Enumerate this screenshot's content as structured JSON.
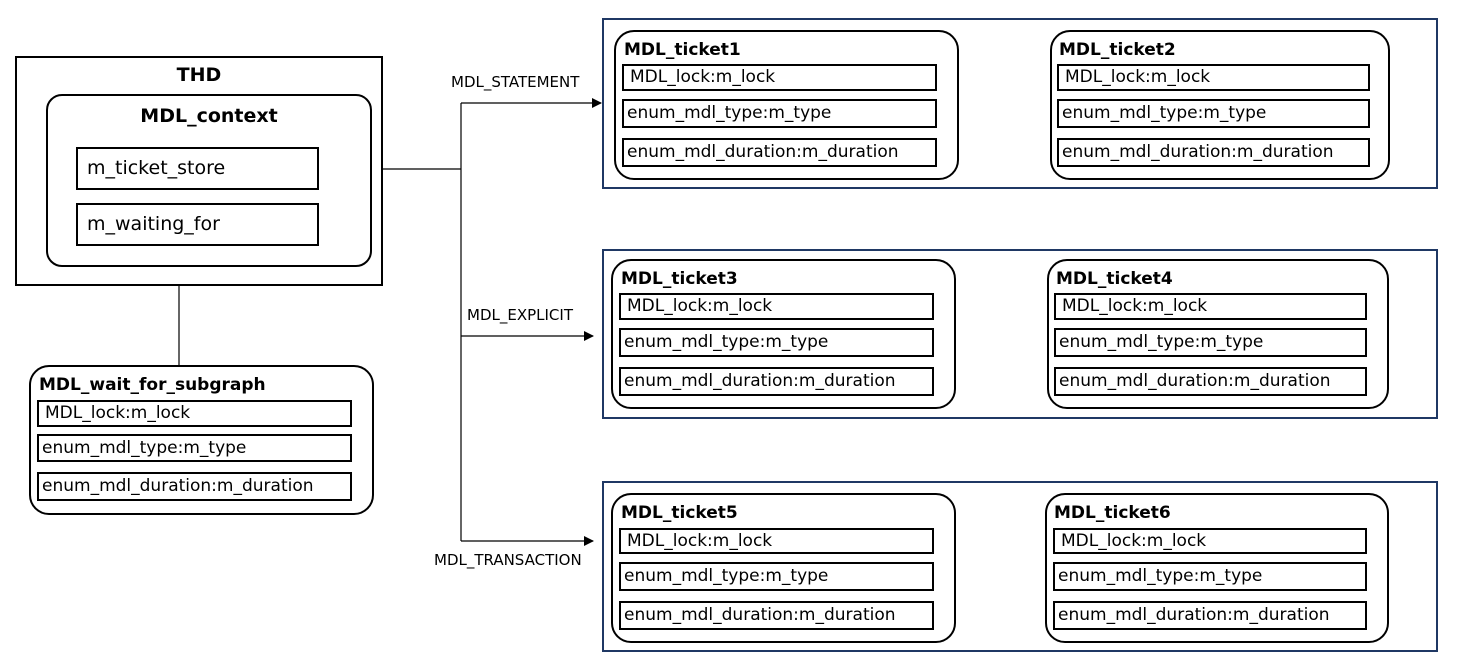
{
  "thd": {
    "title": "THD",
    "mdl_context": {
      "title": "MDL_context",
      "fields": [
        "m_ticket_store",
        "m_waiting_for"
      ]
    }
  },
  "wait_for_subgraph": {
    "title": "MDL_wait_for_subgraph",
    "fields": [
      "MDL_lock:m_lock",
      "enum_mdl_type:m_type",
      "enum_mdl_duration:m_duration"
    ]
  },
  "durations": {
    "statement": "MDL_STATEMENT",
    "explicit": "MDL_EXPLICIT",
    "transaction": "MDL_TRANSACTION"
  },
  "groups": [
    {
      "tickets": [
        {
          "title": "MDL_ticket1",
          "fields": [
            "MDL_lock:m_lock",
            "enum_mdl_type:m_type",
            "enum_mdl_duration:m_duration"
          ]
        },
        {
          "title": "MDL_ticket2",
          "fields": [
            "MDL_lock:m_lock",
            "enum_mdl_type:m_type",
            "enum_mdl_duration:m_duration"
          ]
        }
      ]
    },
    {
      "tickets": [
        {
          "title": "MDL_ticket3",
          "fields": [
            "MDL_lock:m_lock",
            "enum_mdl_type:m_type",
            "enum_mdl_duration:m_duration"
          ]
        },
        {
          "title": "MDL_ticket4",
          "fields": [
            "MDL_lock:m_lock",
            "enum_mdl_type:m_type",
            "enum_mdl_duration:m_duration"
          ]
        }
      ]
    },
    {
      "tickets": [
        {
          "title": "MDL_ticket5",
          "fields": [
            "MDL_lock:m_lock",
            "enum_mdl_type:m_type",
            "enum_mdl_duration:m_duration"
          ]
        },
        {
          "title": "MDL_ticket6",
          "fields": [
            "MDL_lock:m_lock",
            "enum_mdl_type:m_type",
            "enum_mdl_duration:m_duration"
          ]
        }
      ]
    }
  ],
  "colors": {
    "group_border": "#1f3864",
    "line": "#000000"
  }
}
